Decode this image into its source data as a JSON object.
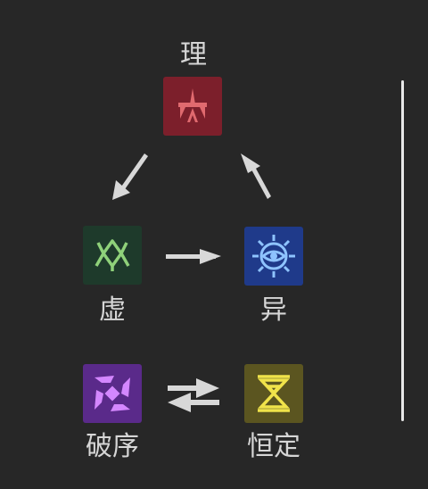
{
  "elements": {
    "li": {
      "label": "理",
      "color": "#7c1f2b",
      "icon": "reason-icon"
    },
    "xu": {
      "label": "虚",
      "color": "#1e3a2b",
      "icon": "void-icon"
    },
    "yi": {
      "label": "异",
      "color": "#1f3a8a",
      "icon": "anomaly-icon"
    },
    "poxu": {
      "label": "破序",
      "color": "#5a2a8a",
      "icon": "chaos-icon"
    },
    "hengding": {
      "label": "恒定",
      "color": "#5b5520",
      "icon": "constant-icon"
    }
  },
  "colors": {
    "arrow": "#d8d8d8",
    "text": "#d6d6d6",
    "background": "#272727"
  }
}
